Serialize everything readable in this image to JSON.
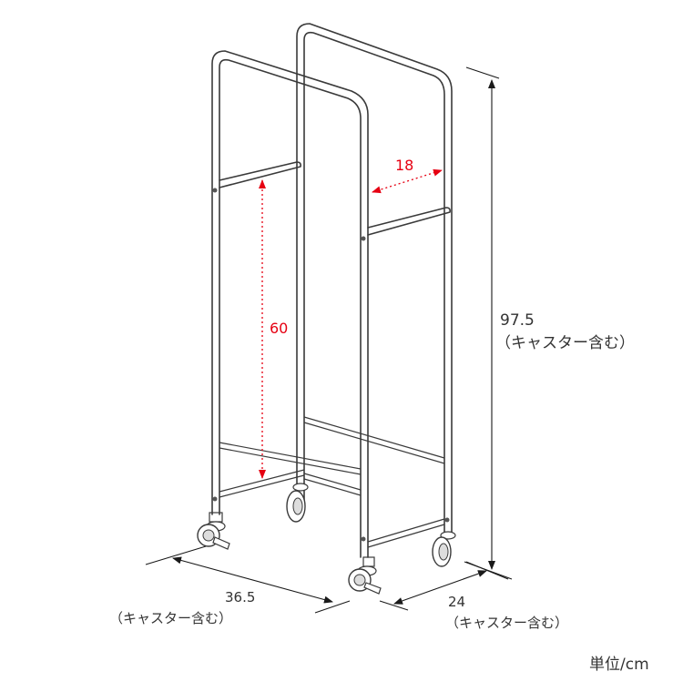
{
  "dimensions": {
    "height": {
      "value": "97.5",
      "note": "（キャスター含む）"
    },
    "width": {
      "value": "36.5",
      "note": "（キャスター含む）"
    },
    "depth": {
      "value": "24",
      "note": "（キャスター含む）"
    },
    "gap": {
      "value": "18"
    },
    "bar_height": {
      "value": "60"
    }
  },
  "unit": "単位/cm",
  "colors": {
    "frame": "#3a3a3a",
    "dimension": "#1a1a1a",
    "highlight": "#e60012"
  }
}
